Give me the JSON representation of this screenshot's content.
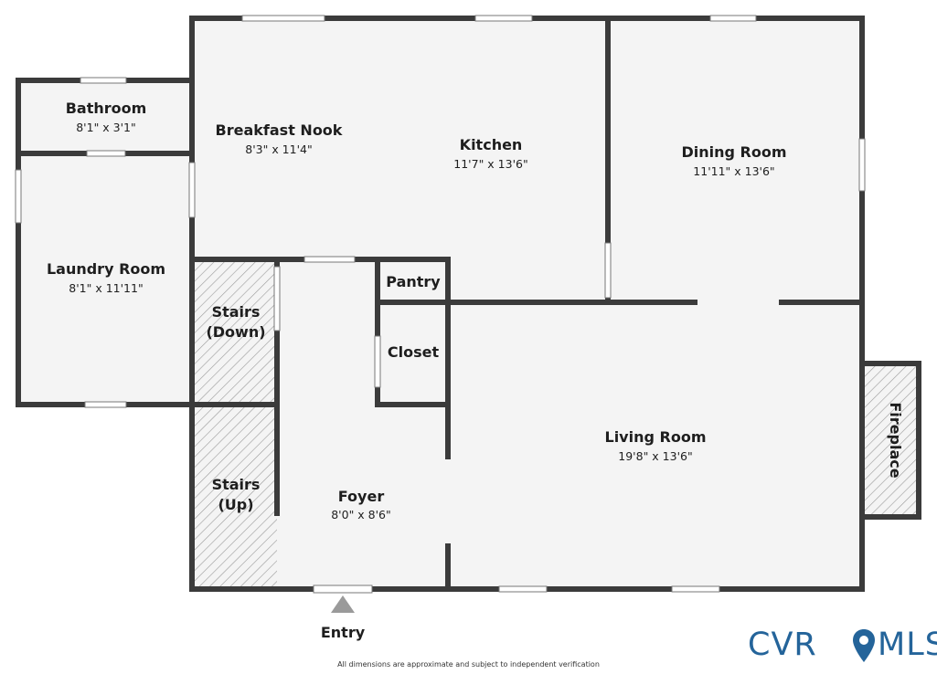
{
  "rooms": {
    "bathroom": {
      "name": "Bathroom",
      "dims": "8'1\" x 3'1\""
    },
    "laundry": {
      "name": "Laundry Room",
      "dims": "8'1\" x 11'11\""
    },
    "breakfast": {
      "name": "Breakfast Nook",
      "dims": "8'3\" x 11'4\""
    },
    "kitchen": {
      "name": "Kitchen",
      "dims": "11'7\" x 13'6\""
    },
    "dining": {
      "name": "Dining Room",
      "dims": "11'11\" x 13'6\""
    },
    "pantry": {
      "name": "Pantry"
    },
    "closet": {
      "name": "Closet"
    },
    "stairs_down": {
      "line1": "Stairs",
      "line2": "(Down)"
    },
    "stairs_up": {
      "line1": "Stairs",
      "line2": "(Up)"
    },
    "foyer": {
      "name": "Foyer",
      "dims": "8'0\" x 8'6\""
    },
    "living": {
      "name": "Living Room",
      "dims": "19'8\" x 13'6\""
    },
    "fireplace": {
      "name": "Fireplace"
    }
  },
  "entry": {
    "label": "Entry"
  },
  "disclaimer": "All dimensions are approximate and subject to independent verification",
  "logo": {
    "text_left": "CVR",
    "text_right": "MLS",
    "color": "#24649a"
  },
  "colors": {
    "floor": "#f4f4f4",
    "wall": "#3b3b3b",
    "hatch": "#9a9a9a"
  }
}
